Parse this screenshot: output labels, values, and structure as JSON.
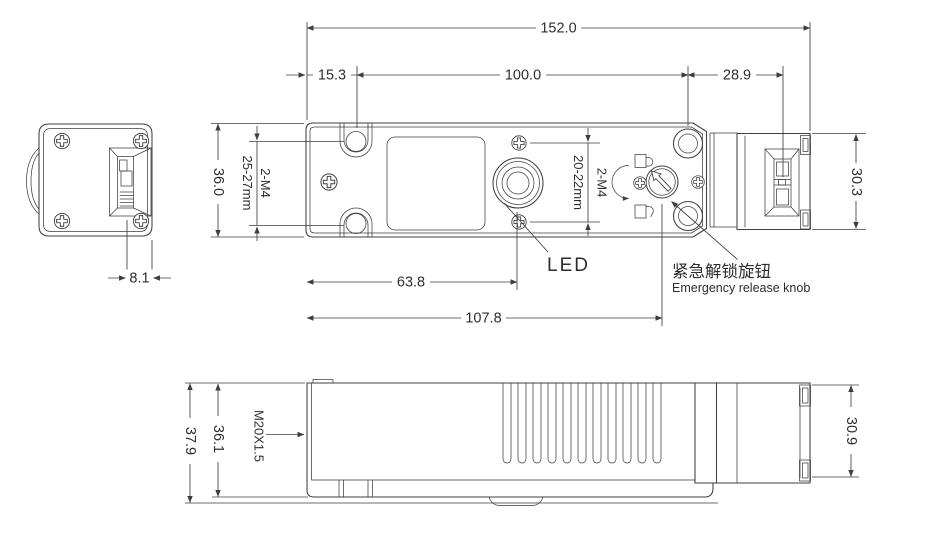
{
  "drawing": {
    "type": "Mechanical dimensional drawing - safety door interlock switch",
    "colors": {
      "line": "#3f3f3f",
      "text": "#2e2e2e",
      "background": "#ffffff"
    },
    "side_view": {
      "dim_slot_offset": "8.1"
    },
    "top_view": {
      "dim_total_length": "152.0",
      "dim_left_edge_to_hole": "15.3",
      "dim_hole_spacing": "100.0",
      "dim_hole_to_head": "28.9",
      "dim_body_width": "36.0",
      "mount_screw_label": "2-M4",
      "mount_screw_depth": "25-27mm",
      "actuator_screw_label": "2-M4",
      "actuator_screw_depth": "20-22mm",
      "dim_head_width": "30.3",
      "dim_led_offset": "63.8",
      "dim_knob_offset": "107.8",
      "led_label": "LED",
      "knob_label_zh": "紧急解锁旋钮",
      "knob_label_en": "Emergency release knob"
    },
    "bottom_view": {
      "dim_total_height": "37.9",
      "dim_body_height": "36.1",
      "gland_label": "M20X1.5",
      "dim_head_height": "30.9"
    }
  }
}
